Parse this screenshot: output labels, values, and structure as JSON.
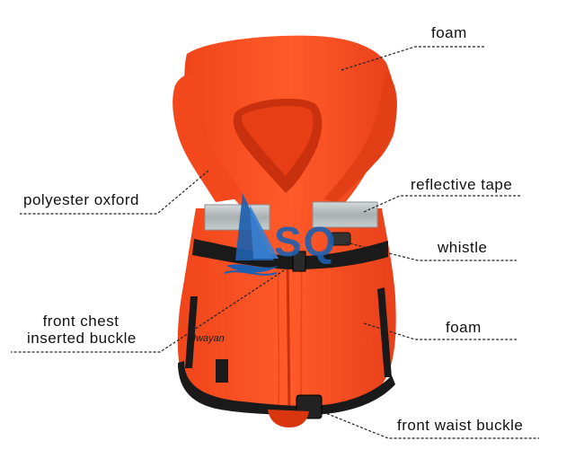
{
  "callouts": {
    "foam_top": "foam",
    "reflective_tape": "reflective  tape",
    "polyester_oxford": "polyester oxford",
    "whistle": "whistle",
    "front_chest_line1": "front chest",
    "front_chest_line2": "inserted buckle",
    "foam_front": "foam",
    "front_waist_buckle": "front waist buckle"
  },
  "logo": {
    "text": "SQ"
  },
  "brand": {
    "text": "Hwayan"
  },
  "colors": {
    "vest_orange": "#ff4a1c",
    "vest_shadow": "#d93610",
    "strap": "#1a1a1a",
    "reflective": "#b9bfc0",
    "logo_blue": "#1d5fae",
    "leader": "#222222"
  }
}
